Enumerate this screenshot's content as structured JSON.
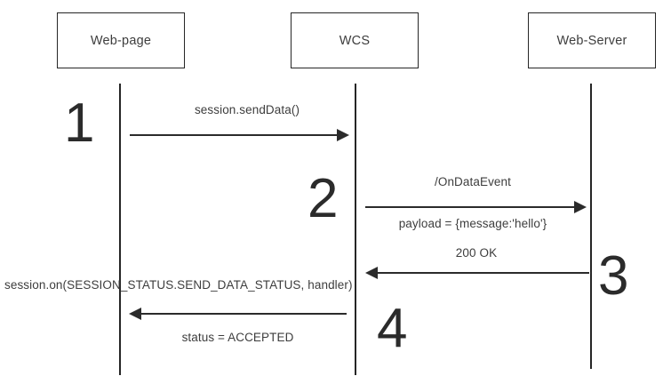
{
  "diagram": {
    "type": "sequence-diagram",
    "title": "",
    "background_color": "#ffffff",
    "line_color": "#262626",
    "text_color": "#3d3d3d"
  },
  "participants": [
    {
      "id": "web-page",
      "label": "Web-page"
    },
    {
      "id": "wcs",
      "label": "WCS"
    },
    {
      "id": "web-server",
      "label": "Web-Server"
    }
  ],
  "steps": [
    {
      "number": "1",
      "from": "web-page",
      "to": "wcs",
      "direction": "right",
      "label_above": "session.sendData()",
      "label_below": ""
    },
    {
      "number": "2",
      "from": "wcs",
      "to": "web-server",
      "direction": "right",
      "label_above": "/OnDataEvent",
      "label_below": "payload = {message:'hello'}"
    },
    {
      "number": "3",
      "from": "web-server",
      "to": "wcs",
      "direction": "left",
      "label_above": "200 OK",
      "label_below": ""
    },
    {
      "number": "4",
      "from": "wcs",
      "to": "web-page",
      "direction": "left",
      "label_above": "session.on(SESSION_STATUS.SEND_DATA_STATUS, handler)",
      "label_below": "status = ACCEPTED"
    }
  ]
}
